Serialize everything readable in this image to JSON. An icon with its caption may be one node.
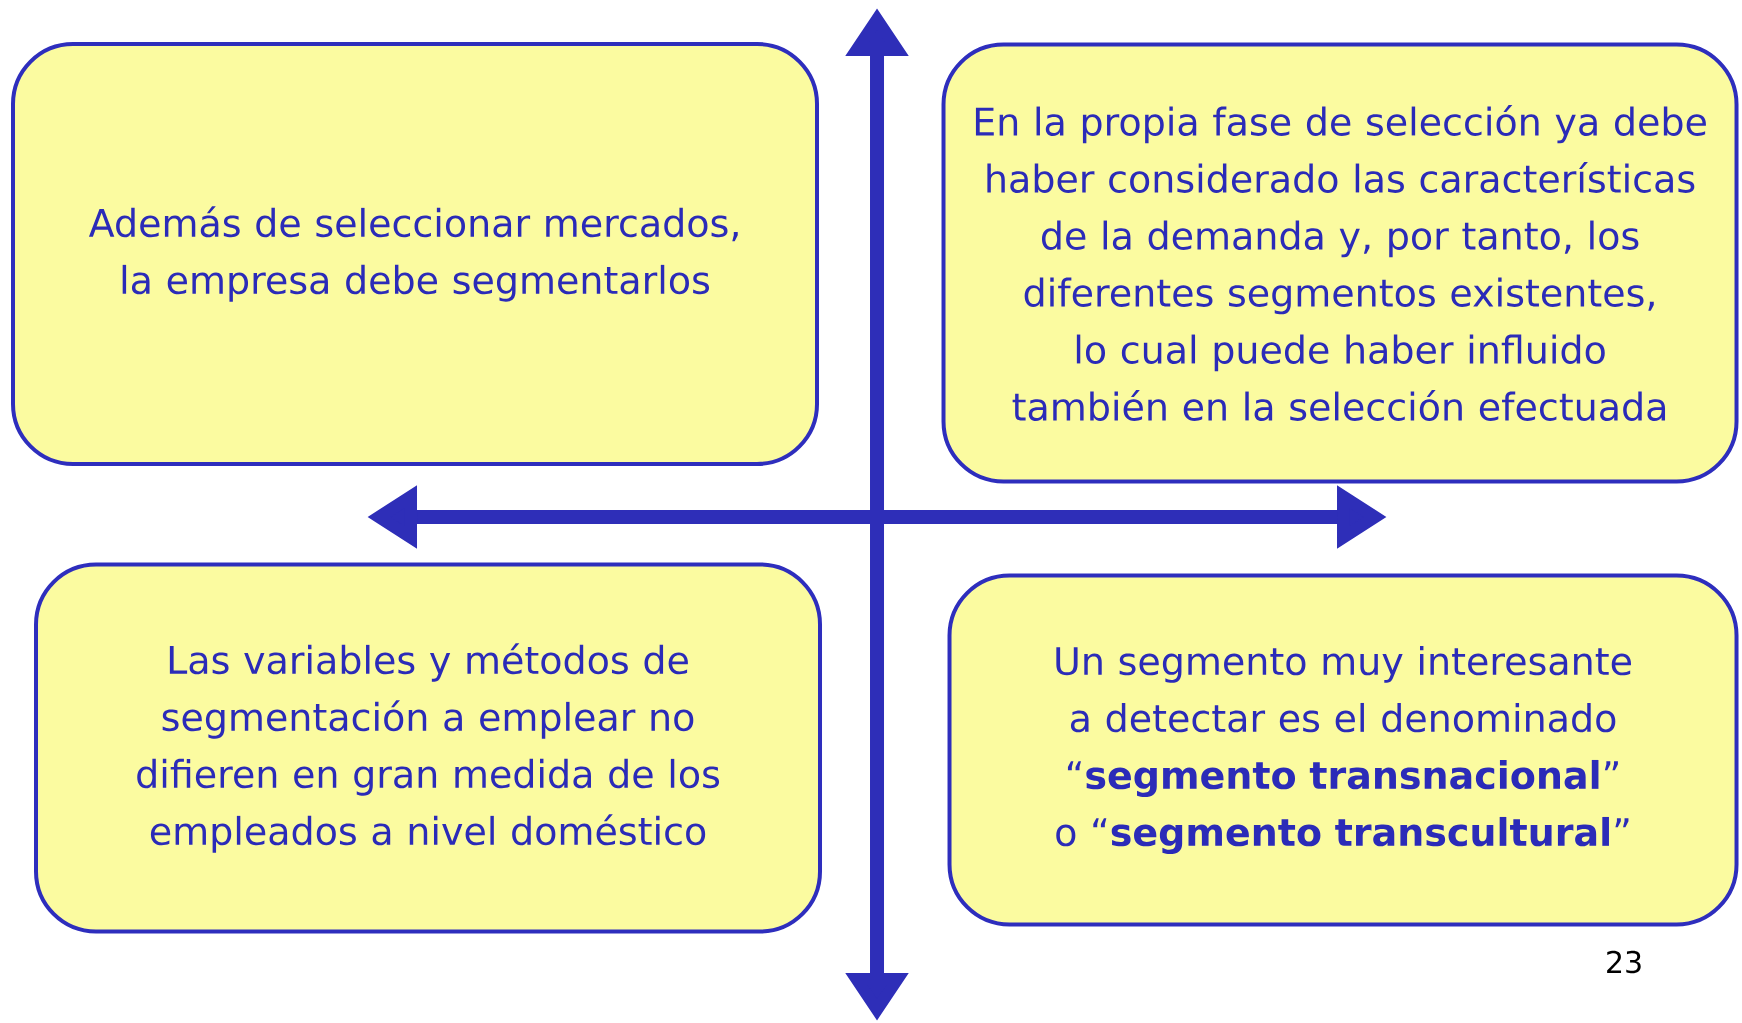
{
  "diagram": {
    "nodes": [
      {
        "text": [
          "Además de seleccionar mercados, la empresa debe segmentarlos"
        ]
      },
      {
        "text": [
          "En la propia fase de selección ya debe haber considerado las características de la demanda y, por tanto, los diferentes segmentos existentes, lo cual puede haber influido también en la selección efectuada"
        ]
      },
      {
        "text": [
          "Las variables y métodos de segmentación a emplear no difieren en gran medida de los empleados a nivel doméstico"
        ]
      },
      {
        "text": [
          "Un segmento muy interesante a detectar es el denominado “**segmento transnacional**” o “**segmento transcultural**”"
        ]
      }
    ],
    "labels": [
      "23"
    ]
  }
}
